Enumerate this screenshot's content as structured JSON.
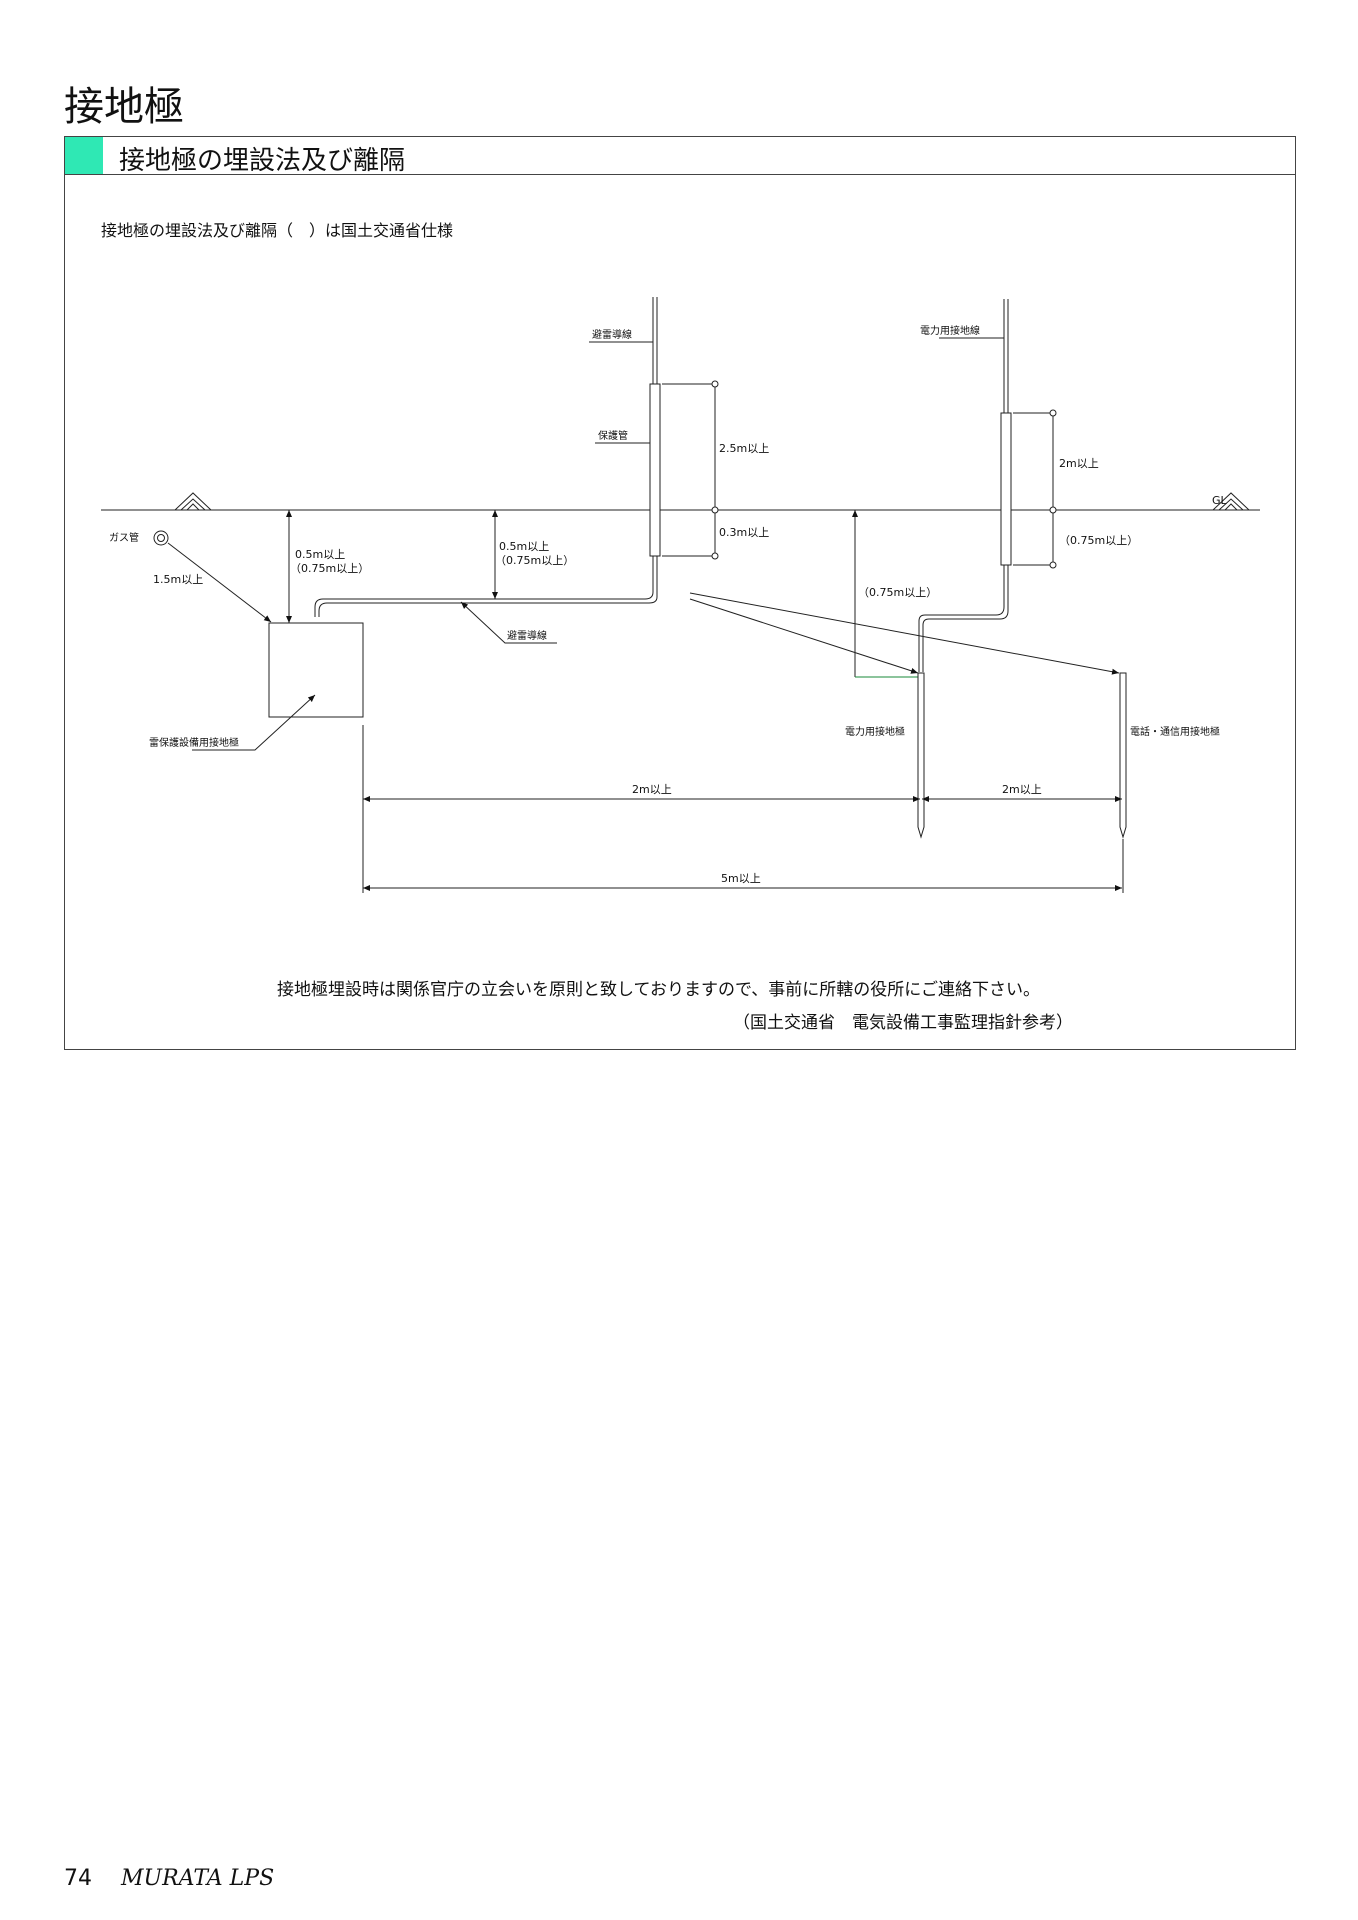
{
  "page": {
    "title": "接地極",
    "section_title": "接地極の埋設法及び離隔",
    "caption": "接地極の埋設法及び離隔（　）は国土交通省仕様",
    "notice": "接地極埋設時は関係官庁の立会いを原則と致しておりますので、事前に所轄の役所にご連絡下さい。",
    "reference": "（国土交通省　電気設備工事監理指針参考）",
    "section_color": "#2fe8b4"
  },
  "diagram": {
    "labels": {
      "lightning_conductor_top": "避雷導線",
      "protective_pipe": "保護管",
      "len_2_5m": "2.5m以上",
      "len_0_3m": "0.3m以上",
      "power_ground_wire": "電力用接地線",
      "len_2m_vertical": "2m以上",
      "len_075_right": "（0.75m以上）",
      "gl": "GL",
      "gas_pipe": "ガス管",
      "len_1_5m": "1.5m以上",
      "depth_05_left": "0.5m以上",
      "depth_075_left": "（0.75m以上）",
      "depth_05_mid": "0.5m以上",
      "depth_075_mid": "（0.75m以上）",
      "depth_075_power": "（0.75m以上）",
      "lightning_conductor_bottom": "避雷導線",
      "lps_electrode": "雷保護設備用接地極",
      "power_electrode": "電力用接地極",
      "telecom_electrode": "電話・通信用接地極",
      "sep_2m_left": "2m以上",
      "sep_2m_right": "2m以上",
      "sep_5m": "5m以上"
    }
  },
  "footer": {
    "page_number": "74",
    "brand": "MURATA LPS"
  }
}
